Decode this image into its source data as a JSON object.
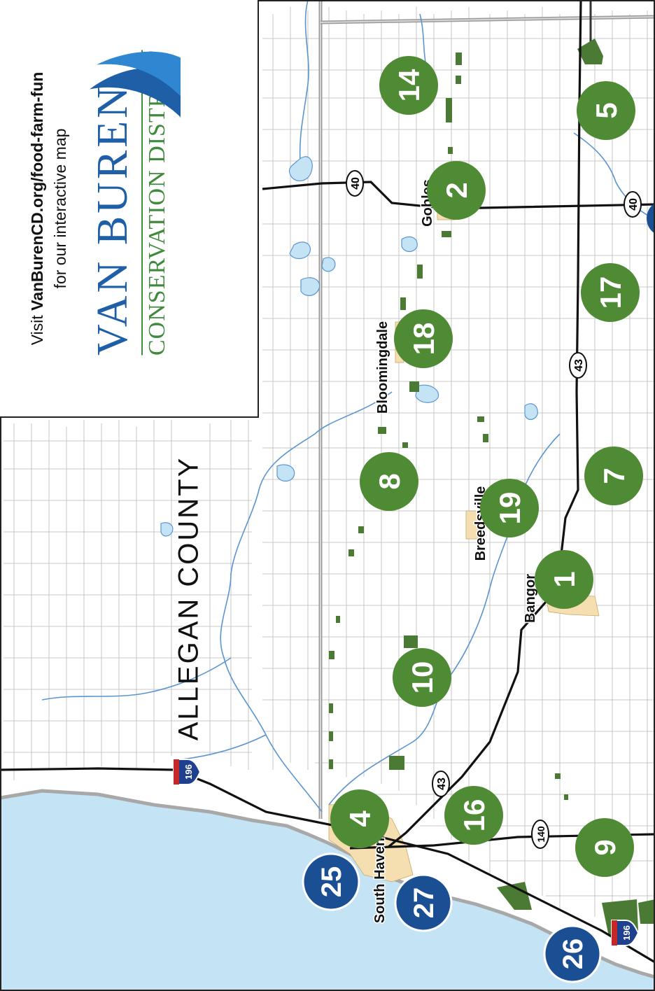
{
  "info": {
    "visit_prefix": "Visit ",
    "visit_url": "VanBurenCD.org/food-farm-fun",
    "visit_sub": "for our interactive map",
    "logo_name": "VAN BUREN",
    "logo_sub": "CONSERVATION DISTRICT"
  },
  "county_label": "ALLEGAN COUNTY",
  "towns": {
    "gobles": "Gobles",
    "bloomingdale": "Bloomingdale",
    "breedsville": "Breedsville",
    "bangor": "Bangor",
    "south_haven": "South Haven"
  },
  "highways": {
    "m40_top": "40",
    "m40_right": "40",
    "m43_top": "43",
    "m43_bottom": "43",
    "m140": "140",
    "i196_top": "196",
    "i196_bottom": "196"
  },
  "markers": {
    "m14": "14",
    "m5": "5",
    "m2": "2",
    "m17": "17",
    "m18": "18",
    "m8": "8",
    "m7": "7",
    "m19": "19",
    "m1": "1",
    "m10": "10",
    "m4": "4",
    "m16": "16",
    "m9": "9",
    "m25": "25",
    "m27": "27",
    "m26": "26"
  },
  "colors": {
    "farm_green": "#4f8a34",
    "blue_marker": "#1a4f94",
    "lake": "#c4e3f5",
    "water_line": "#5b95cf",
    "town_fill": "#f5deb0"
  }
}
